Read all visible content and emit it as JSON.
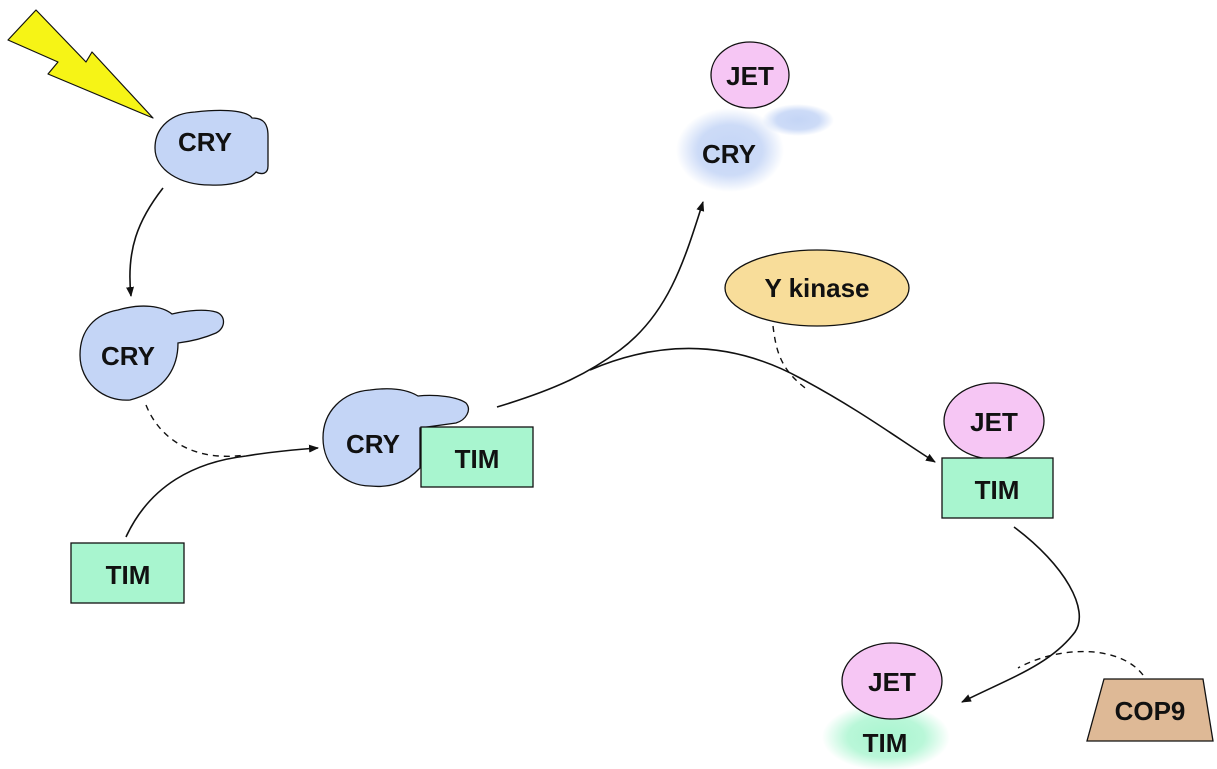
{
  "colors": {
    "cry": "#c4d5f6",
    "tim": "#a8f5cf",
    "jet": "#f6c6f4",
    "y_kinase": "#f8dd9a",
    "cop9": "#deb996",
    "light_signal": "#f6f416",
    "stroke": "#111111"
  },
  "icons": {
    "light": "lightning-bolt-icon"
  },
  "labels": {
    "cry_light": "CRY",
    "cry_active": "CRY",
    "tim_free": "TIM",
    "cry_complex": "CRY",
    "tim_complex": "TIM",
    "jet_released": "JET",
    "cry_degraded": "CRY",
    "y_kinase": "Y kinase",
    "jet_complex": "JET",
    "tim_jet_complex": "TIM",
    "jet_final": "JET",
    "tim_degraded": "TIM",
    "cop9": "COP9"
  }
}
